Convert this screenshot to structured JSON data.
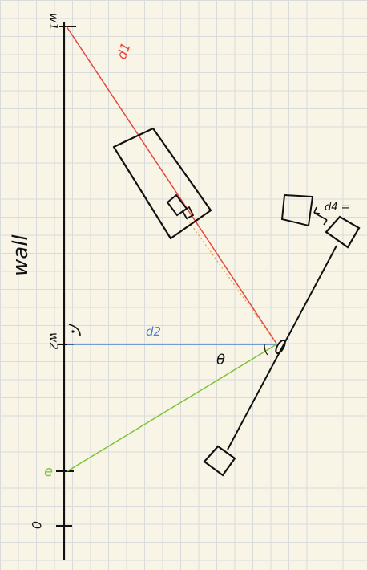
{
  "labels": {
    "w1": "w1",
    "w2": "w2",
    "e": "e",
    "zero": "0",
    "wall": "wall",
    "d1": "d1",
    "d2": "d2",
    "d4": "d4 =",
    "theta": "θ"
  },
  "colors": {
    "paper": "#f8f5e6",
    "grid": "#d9dadb",
    "ink": "#111111",
    "d1_line": "#e8453c",
    "d2_line": "#4a7fd1",
    "e_line": "#7cc43a",
    "dotted_line": "#e0a050"
  }
}
